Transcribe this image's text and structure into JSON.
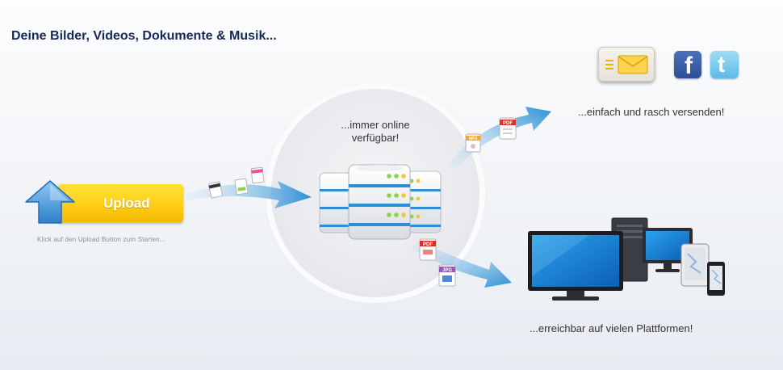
{
  "header": {
    "title": "Deine Bilder, Videos, Dokumente & Musik..."
  },
  "upload": {
    "button_label": "Upload",
    "hint": "Klick auf den Upload Button zum Starten..."
  },
  "hub": {
    "text": "...immer online verfügbar!"
  },
  "send": {
    "text": "...einfach und rasch versenden!"
  },
  "platforms": {
    "text": "...erreichbar auf vielen Plattformen!"
  },
  "social": {
    "facebook_glyph": "f",
    "twitter_glyph": "t"
  },
  "file_badges": {
    "pdf_top": "PDF",
    "pdf_bottom": "PDF",
    "jpg": "JPG",
    "mp3": "MP3"
  },
  "icons": {
    "upload": "upload-arrow-icon",
    "server": "server-icon",
    "email": "email-icon",
    "facebook": "facebook-icon",
    "twitter": "twitter-icon",
    "tv": "tv-icon",
    "desktop": "desktop-computer-icon",
    "laptop": "laptop-icon",
    "tablet": "tablet-icon",
    "phone": "phone-icon"
  },
  "colors": {
    "headline": "#15285a",
    "upload_button": "#ffd11a",
    "arrow_blue": "#2a8fd6",
    "facebook": "#3b5998",
    "twitter": "#5cbbe5"
  }
}
